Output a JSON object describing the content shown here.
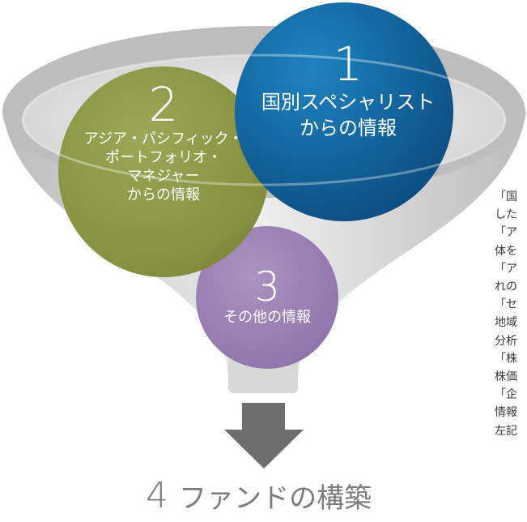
{
  "colors": {
    "funnel_outer": "#c9c9c9",
    "funnel_rim": "#e6e6e6",
    "circle1": "#0f5d96",
    "circle2": "#8b9741",
    "circle3": "#9a80b2",
    "arrow": "#6e6e6e",
    "final_text": "#7d7d7d"
  },
  "circles": [
    {
      "number": "1",
      "lines": [
        "国別スペシャリスト",
        "からの情報"
      ]
    },
    {
      "number": "2",
      "lines": [
        "アジア・パシフィック・",
        "ポートフォリオ・",
        "マネジャー",
        "からの情報"
      ]
    },
    {
      "number": "3",
      "lines": [
        "その他の情報"
      ]
    }
  ],
  "result": {
    "number": "4",
    "label": "ファンドの構築"
  },
  "side_text": [
    [
      "「国",
      "した"
    ],
    [
      "「ア",
      "体を"
    ],
    [
      "「ア",
      "れの"
    ],
    [
      "「セ",
      "地域",
      "分析"
    ],
    [
      "「株",
      "株価"
    ],
    [
      "「企",
      "情報",
      "左記"
    ]
  ]
}
